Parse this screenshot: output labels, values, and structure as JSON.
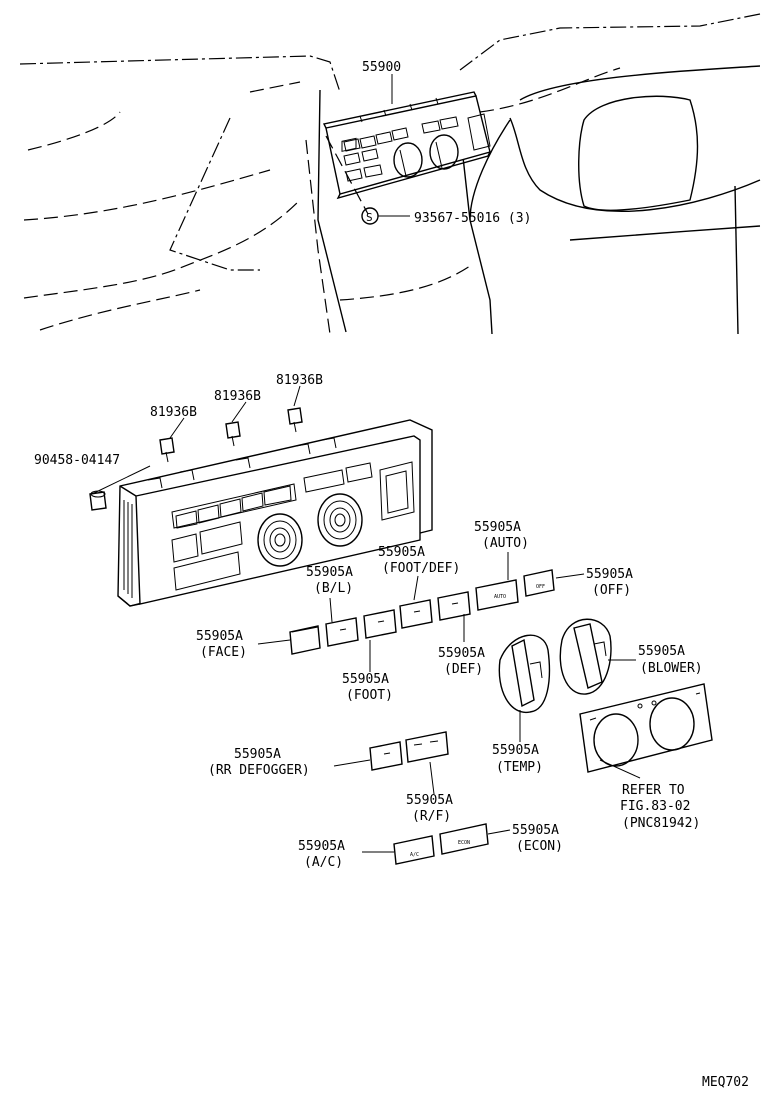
{
  "diagram_code": "MEQ702",
  "labels": {
    "assembly": "55900",
    "screw_note": "93567-55016 (3)",
    "screw_symbol": "S",
    "bulb_1": "81936B",
    "bulb_2": "81936B",
    "bulb_3": "81936B",
    "socket": "90458-04147",
    "auto": [
      "55905A",
      "(AUTO)"
    ],
    "foot_def": [
      "55905A",
      "(FOOT/DEF)"
    ],
    "off": [
      "55905A",
      "(OFF)"
    ],
    "bl": [
      "55905A",
      "(B/L)"
    ],
    "face": [
      "55905A",
      "(FACE)"
    ],
    "blower": [
      "55905A",
      "(BLOWER)"
    ],
    "def": [
      "55905A",
      "(DEF)"
    ],
    "foot": [
      "55905A",
      "(FOOT)"
    ],
    "temp": [
      "55905A",
      "(TEMP)"
    ],
    "rr_defogger": [
      "55905A",
      "(RR DEFOGGER)"
    ],
    "rf": [
      "55905A",
      "(R/F)"
    ],
    "ac": [
      "55905A",
      "(A/C)"
    ],
    "econ": [
      "55905A",
      "(ECON)"
    ],
    "refer": [
      "REFER TO",
      "FIG.83-02",
      "(PNC81942)"
    ]
  },
  "button_marks": {
    "auto": "AUTO",
    "off": "OFF",
    "ac": "A/C",
    "econ": "ECON"
  }
}
